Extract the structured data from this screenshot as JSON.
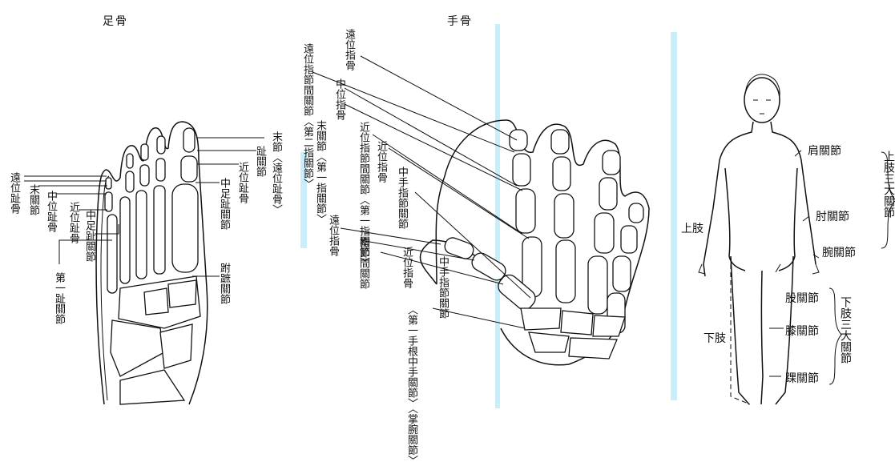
{
  "foot": {
    "title": "足骨",
    "labels": {
      "distal_phalanx": "遠位趾骨",
      "distal_joint": "末關節",
      "middle_phalanx": "中位趾骨",
      "proximal_phalanx_a": "近位趾骨",
      "mtp_joint_a": "中足趾關節",
      "first_mtp": "第一趾關節",
      "terminal_joint": "末節〈遠位趾骨〉",
      "toe_joint": "趾關節",
      "proximal_phalanx_b": "近位趾骨",
      "mtp_joint_b": "中足趾關節",
      "tarsometatarsal": "跗蹠關節"
    }
  },
  "hand": {
    "title": "手骨",
    "labels": {
      "distal_phalanx_top": "遠位指骨",
      "dip_joint": "遠位指節間關節〈第二指關節〉",
      "terminal_joint": "末關節〈第一指關節〉",
      "middle_phalanx": "中位指骨",
      "pip_joint": "近位指節間關節〈第一指關節〉",
      "proximal_phalanx": "近位指骨",
      "mcp_joint": "中手指節關節",
      "distal_phalanx_thumb": "遠位指骨",
      "ip_joint": "指節間關節",
      "proximal_phalanx_thumb": "近位指骨",
      "mcp_joint_thumb": "中手指節關節",
      "cmc_joint": "〈第一手根中手關節〉〈掌腕關節〉"
    }
  },
  "body": {
    "labels": {
      "shoulder": "肩關節",
      "elbow": "肘關節",
      "wrist": "腕關節",
      "upper_limb": "上肢",
      "upper_three": "上肢三大關節",
      "hip": "股關節",
      "knee": "膝關節",
      "ankle": "踝關節",
      "lower_limb": "下肢",
      "lower_three": "下肢三大關節"
    }
  }
}
